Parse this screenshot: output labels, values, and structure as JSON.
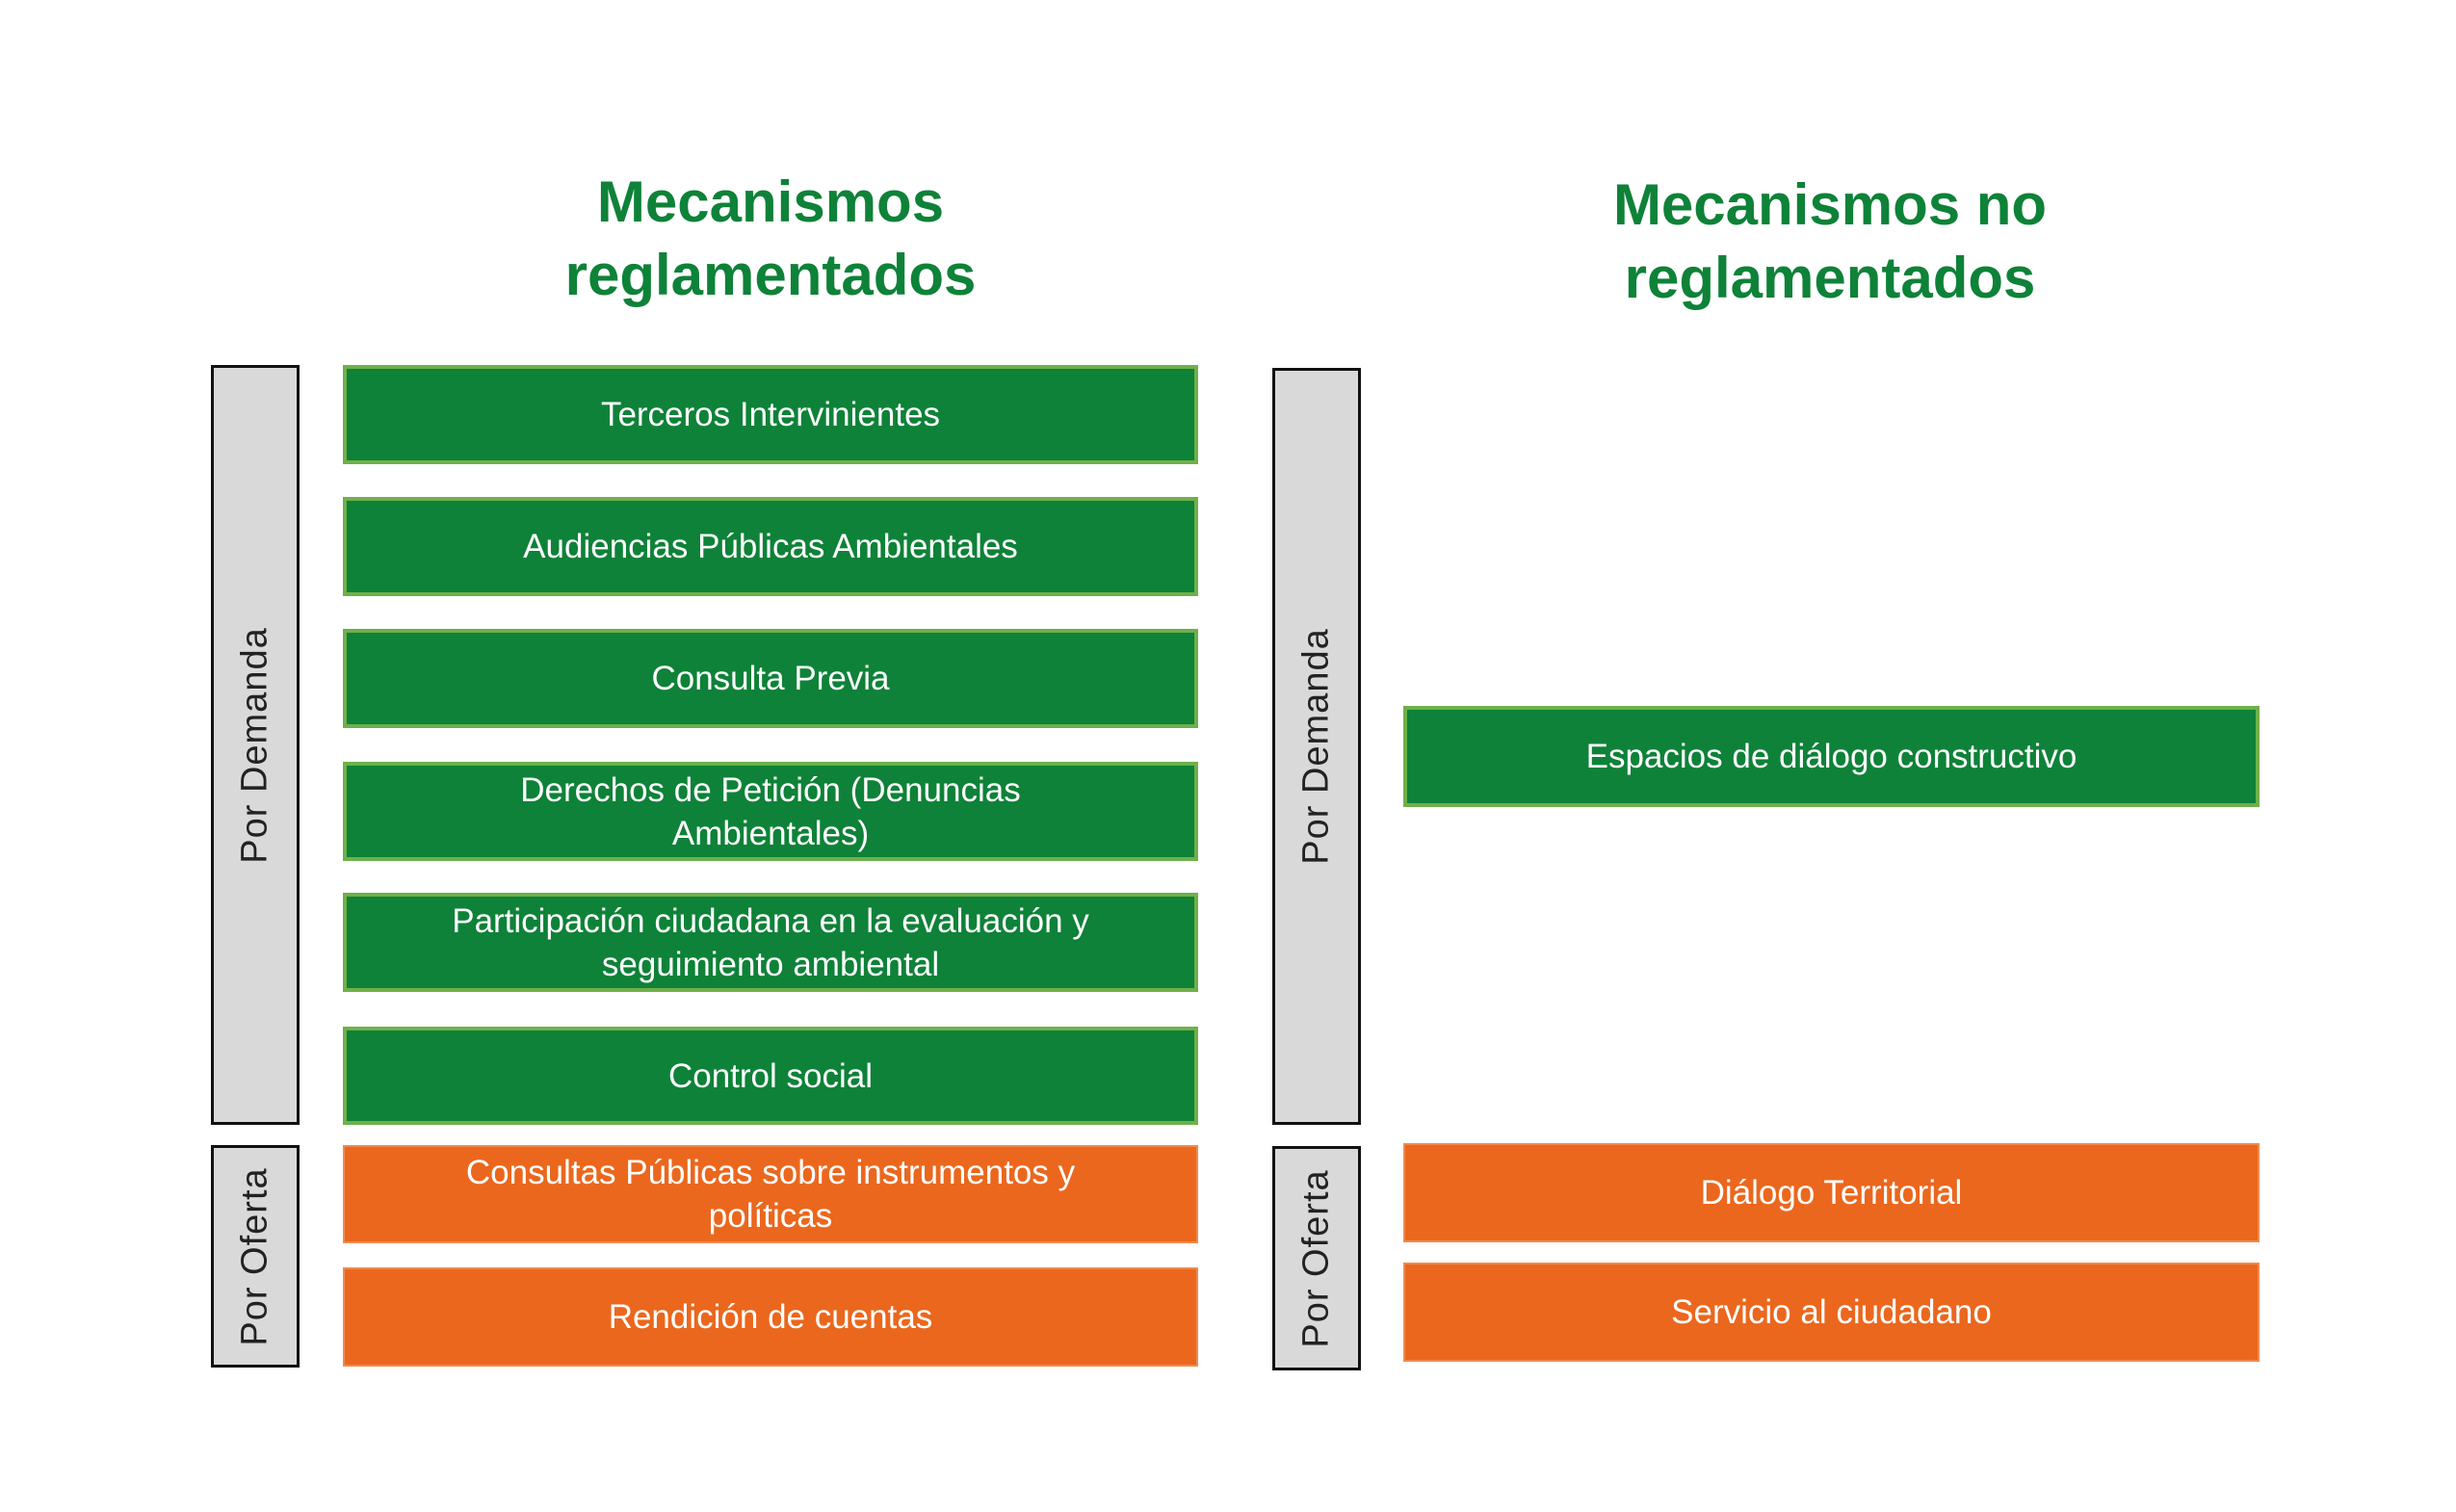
{
  "colors": {
    "title": "#0e8238",
    "demand_box": "#0e8238",
    "demand_box_border": "#6fb04a",
    "offer_box": "#eb671d",
    "category_bar": "#d9d9d9"
  },
  "columns": [
    {
      "title_line1": "Mecanismos",
      "title_line2": "reglamentados",
      "demand_label": "Por Demanda",
      "offer_label": "Por Oferta",
      "demand_items": [
        "Terceros Intervinientes",
        "Audiencias Públicas Ambientales",
        "Consulta Previa",
        "Derechos de Petición (Denuncias Ambientales)",
        "Participación ciudadana en la evaluación y seguimiento ambiental",
        "Control social"
      ],
      "offer_items": [
        "Consultas Públicas sobre instrumentos y políticas",
        "Rendición de cuentas"
      ]
    },
    {
      "title_line1": "Mecanismos no",
      "title_line2": "reglamentados",
      "demand_label": "Por Demanda",
      "offer_label": "Por Oferta",
      "demand_items": [
        "Espacios de diálogo constructivo"
      ],
      "offer_items": [
        "Diálogo Territorial",
        "Servicio al ciudadano"
      ]
    }
  ]
}
